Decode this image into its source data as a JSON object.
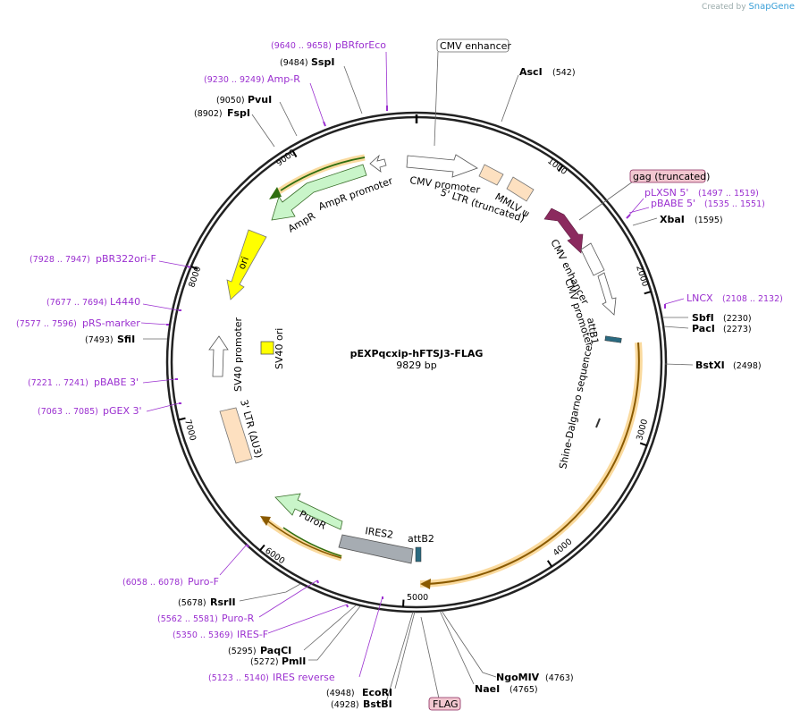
{
  "credit": {
    "prefix": "Created by",
    "brand": "SnapGene"
  },
  "plasmid": {
    "name": "pEXPqcxip-hFTSJ3-FLAG",
    "length_label": "9829 bp",
    "length": 9829
  },
  "ticks": [
    "1000",
    "2000",
    "3000",
    "4000",
    "5000",
    "6000",
    "7000",
    "8000",
    "9000"
  ],
  "sites": [
    {
      "name": "AscI",
      "pos": "(542)"
    },
    {
      "name": "XbaI",
      "pos": "(1595)"
    },
    {
      "name": "SbfI",
      "pos": "(2230)"
    },
    {
      "name": "PacI",
      "pos": "(2273)"
    },
    {
      "name": "BstXI",
      "pos": "(2498)"
    },
    {
      "name": "NgoMIV",
      "pos": "(4763)"
    },
    {
      "name": "NaeI",
      "pos": "(4765)"
    },
    {
      "name": "EcoRI",
      "pos": "(4948)"
    },
    {
      "name": "BstBI",
      "pos": "(4928)"
    },
    {
      "name": "PmlI",
      "pos": "(5272)"
    },
    {
      "name": "PaqCI",
      "pos": "(5295)"
    },
    {
      "name": "RsrII",
      "pos": "(5678)"
    },
    {
      "name": "SfiI",
      "pos": "(7493)"
    },
    {
      "name": "FspI",
      "pos": "(8902)"
    },
    {
      "name": "PvuI",
      "pos": "(9050)"
    },
    {
      "name": "SspI",
      "pos": "(9484)"
    }
  ],
  "primers": [
    {
      "name": "pBRforEco",
      "range": "(9640 .. 9658)"
    },
    {
      "name": "Amp-R",
      "range": "(9230 .. 9249)"
    },
    {
      "name": "pLXSN 5'",
      "range": "(1497 .. 1519)"
    },
    {
      "name": "pBABE 5'",
      "range": "(1535 .. 1551)"
    },
    {
      "name": "LNCX",
      "range": "(2108 .. 2132)"
    },
    {
      "name": "pBR322ori-F",
      "range": "(7928 .. 7947)"
    },
    {
      "name": "L4440",
      "range": "(7677 .. 7694)"
    },
    {
      "name": "pRS-marker",
      "range": "(7577 .. 7596)"
    },
    {
      "name": "pBABE 3'",
      "range": "(7221 .. 7241)"
    },
    {
      "name": "pGEX 3'",
      "range": "(7063 .. 7085)"
    },
    {
      "name": "Puro-F",
      "range": "(6058 .. 6078)"
    },
    {
      "name": "Puro-R",
      "range": "(5562 .. 5581)"
    },
    {
      "name": "IRES-F",
      "range": "(5350 .. 5369)"
    },
    {
      "name": "IRES reverse",
      "range": "(5123 .. 5140)"
    }
  ],
  "boxed_labels": {
    "cmv_enhancer": "CMV enhancer",
    "gag": "gag (truncated)",
    "flag": "FLAG"
  },
  "features": {
    "cmv_promoter_top": "CMV promoter",
    "ltr5": "5' LTR (truncated)",
    "mmlv": "MMLV ψ",
    "cmv_enhancer_in": "CMV enhancer",
    "cmv_promoter_in": "CMV promoter",
    "attb1": "attB1",
    "shine": "Shine-Dalgarno sequence",
    "attb2": "attB2",
    "ires2": "IRES2",
    "puror": "PuroR",
    "ltr3": "3' LTR (ΔU3)",
    "sv40_promoter": "SV40 promoter",
    "sv40_ori": "SV40 ori",
    "ori": "ori",
    "ampr": "AmpR",
    "ampr_promoter": "AmpR promoter"
  },
  "colors": {
    "purple": "#9b30d0",
    "magenta_feature": "#8b2a5e",
    "ampr_fill": "#c9f5c9",
    "ori_fill": "#ffff00",
    "ltr_fill": "#fde0c0",
    "ires_fill": "#a6acb2",
    "orf_highlight": "#f6c15e",
    "gag_fill": "#f2c7d0"
  }
}
